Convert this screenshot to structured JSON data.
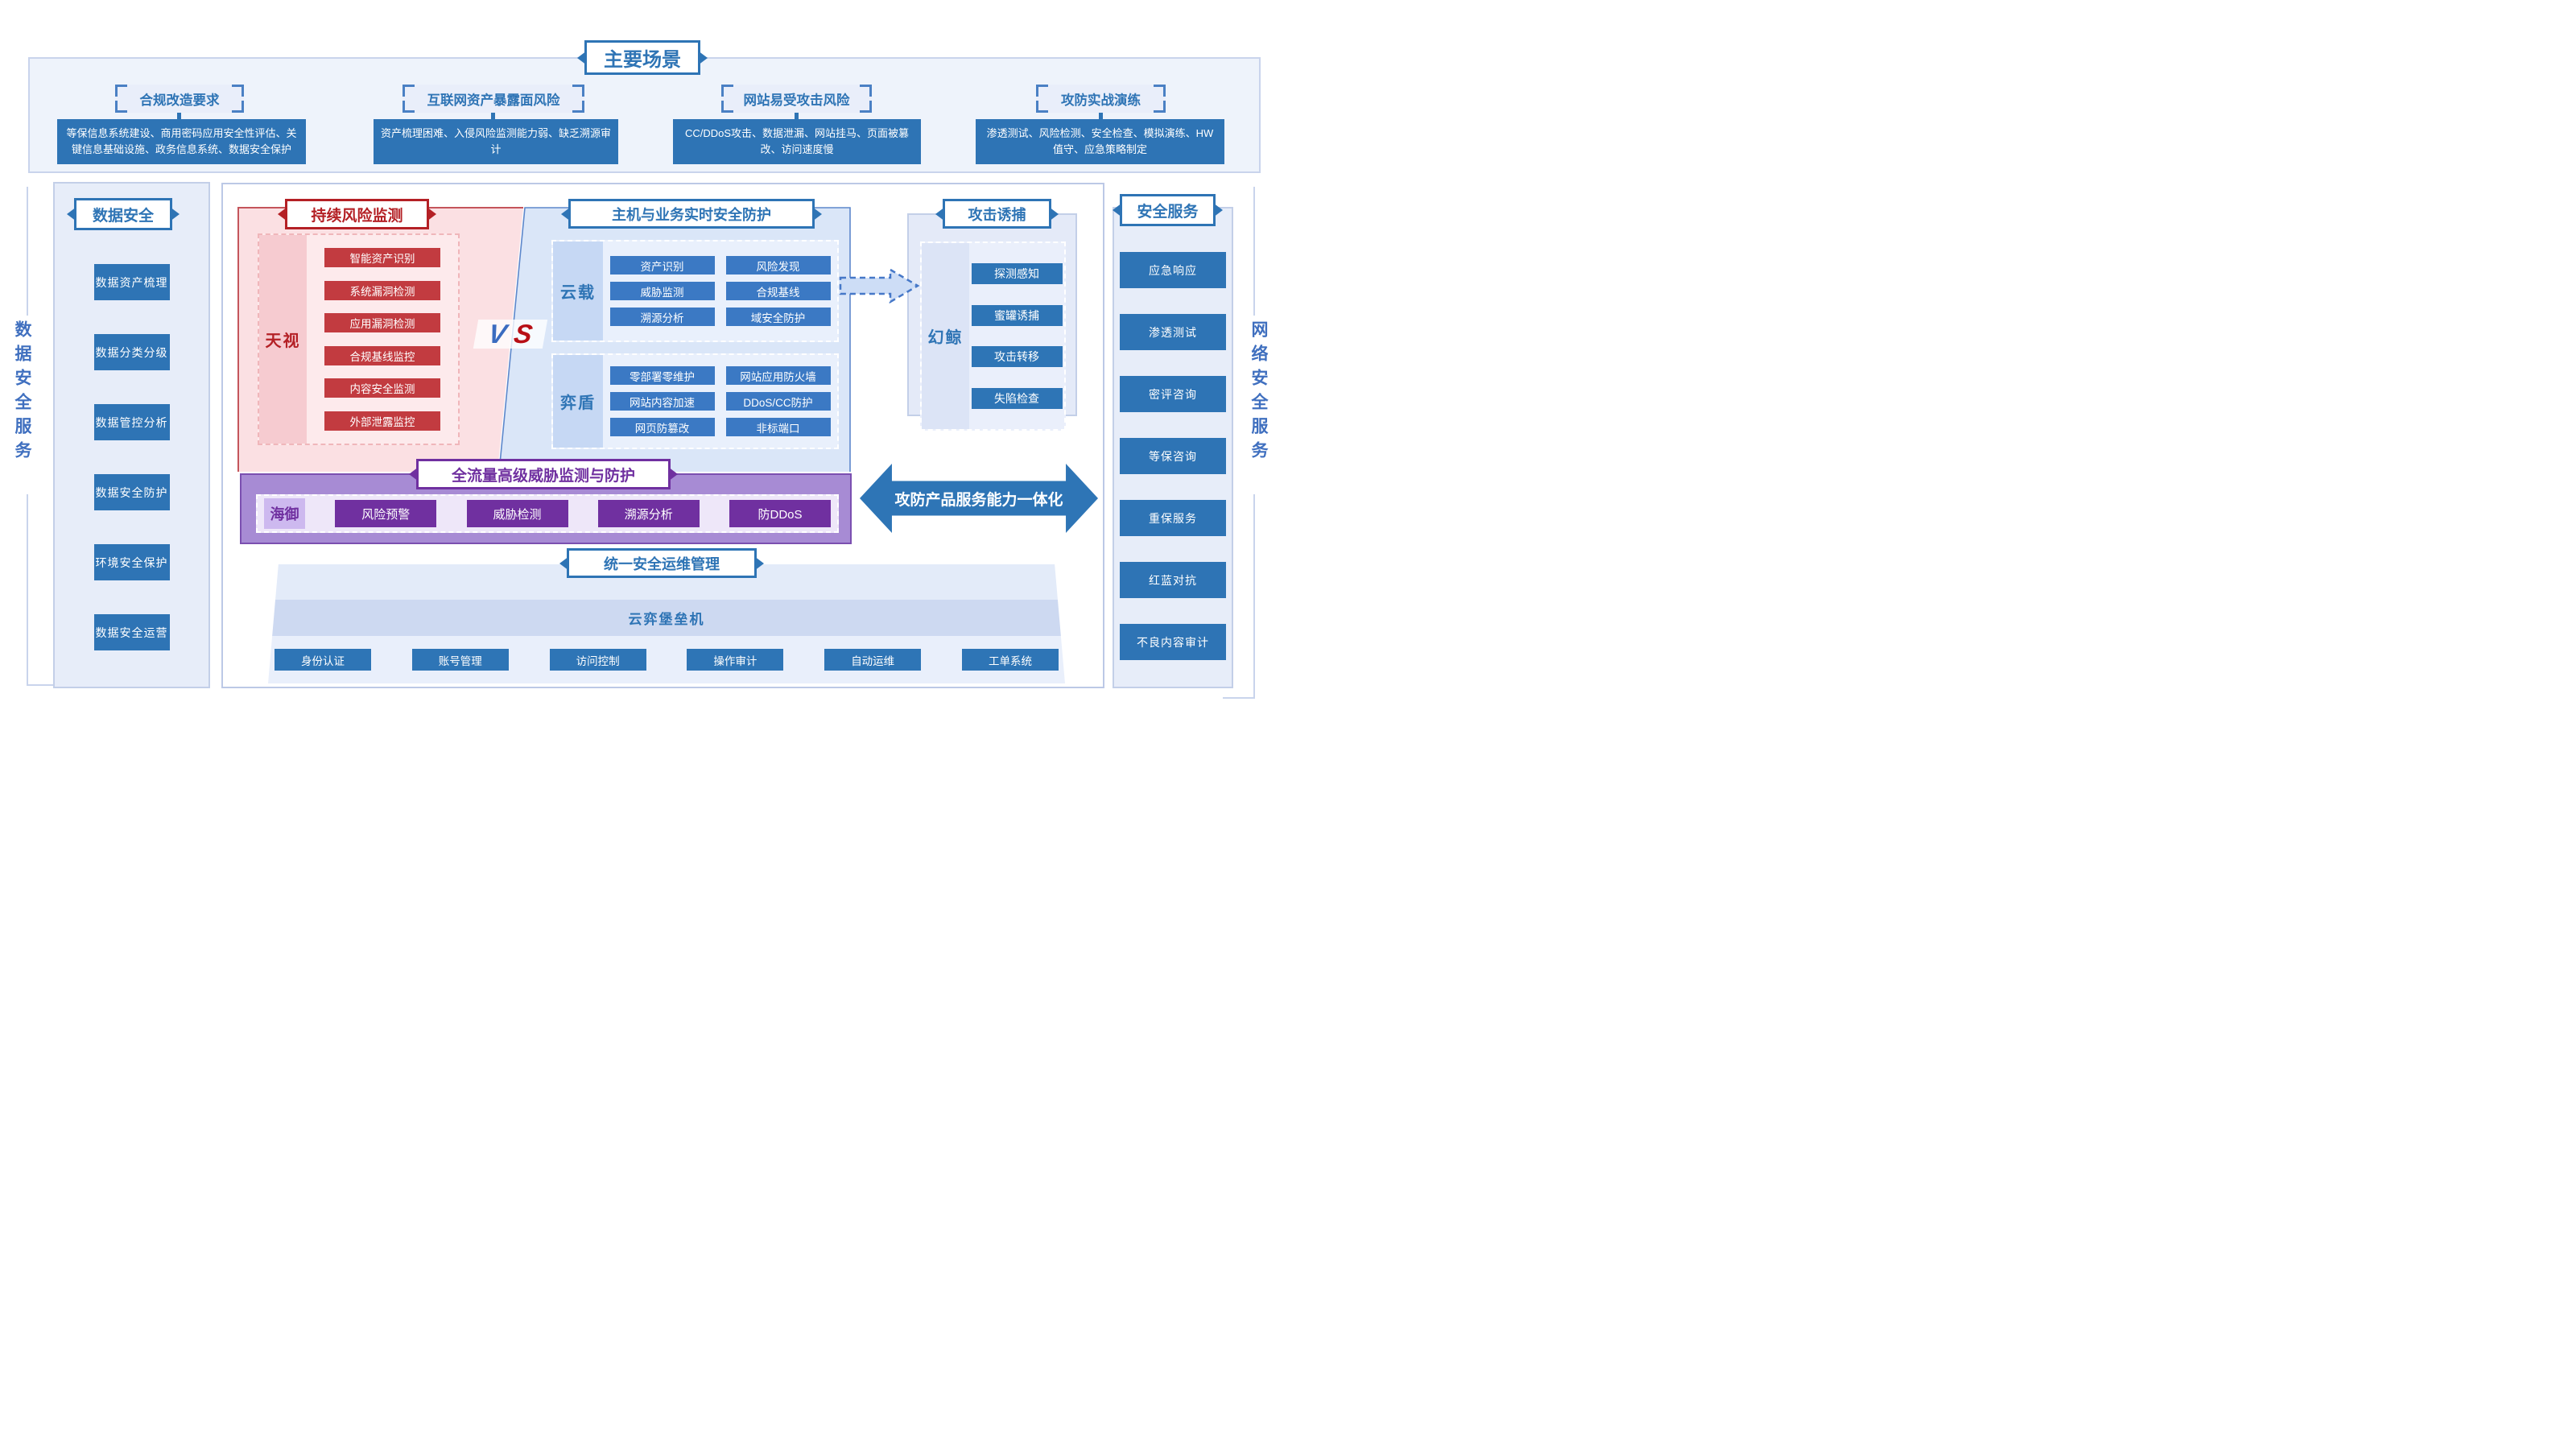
{
  "colors": {
    "primary_blue": "#2e74b5",
    "item_blue": "#3b79c4",
    "panel_light": "#e7edf9",
    "red": "#b42025",
    "red_item": "#c23b40",
    "purple": "#7030a0",
    "purple_band": "#a78bd4"
  },
  "top": {
    "title": "主要场景",
    "scenarios": [
      {
        "title": "合规改造要求",
        "desc": "等保信息系统建设、商用密码应用安全性评估、关键信息基础设施、政务信息系统、数据安全保护"
      },
      {
        "title": "互联网资产暴露面风险",
        "desc": "资产梳理困难、入侵风险监测能力弱、缺乏溯源审计"
      },
      {
        "title": "网站易受攻击风险",
        "desc": "CC/DDoS攻击、数据泄漏、网站挂马、页面被篡改、访问速度慢"
      },
      {
        "title": "攻防实战演练",
        "desc": "渗透测试、风险检测、安全检查、模拟演练、HW值守、应急策略制定"
      }
    ]
  },
  "left_sidebar": {
    "header": "数据安全",
    "rail_label": "数据安全服务",
    "items": [
      "数据资产梳理",
      "数据分类分级",
      "数据管控分析",
      "数据安全防护",
      "环境安全保护",
      "数据安全运营"
    ]
  },
  "right_sidebar": {
    "header": "安全服务",
    "rail_label": "网络安全服务",
    "items": [
      "应急响应",
      "渗透测试",
      "密评咨询",
      "等保咨询",
      "重保服务",
      "红蓝对抗",
      "不良内容审计"
    ]
  },
  "risk_monitoring": {
    "header": "持续风险监测",
    "product": "天视",
    "items": [
      "智能资产识别",
      "系统漏洞检测",
      "应用漏洞检测",
      "合规基线监控",
      "内容安全监测",
      "外部泄露监控"
    ]
  },
  "host_protection": {
    "header": "主机与业务实时安全防护",
    "groups": [
      {
        "product": "云载",
        "items": [
          "资产识别",
          "风险发现",
          "威胁监测",
          "合规基线",
          "溯源分析",
          "域安全防护"
        ]
      },
      {
        "product": "弈盾",
        "items": [
          "零部署零维护",
          "网站应用防火墙",
          "网站内容加速",
          "DDoS/CC防护",
          "网页防篡改",
          "非标端口"
        ]
      }
    ]
  },
  "versus": {
    "left": "V",
    "right": "S"
  },
  "attack_trap": {
    "header": "攻击诱捕",
    "product": "幻鲸",
    "items": [
      "探测感知",
      "蜜罐诱捕",
      "攻击转移",
      "失陷检查"
    ]
  },
  "traffic_protection": {
    "header": "全流量高级威胁监测与防护",
    "product": "海御",
    "items": [
      "风险预警",
      "威胁检测",
      "溯源分析",
      "防DDoS"
    ]
  },
  "integration_arrow": {
    "label": "攻防产品服务能力一体化"
  },
  "ops_management": {
    "header": "统一安全运维管理",
    "platform": "云弈堡垒机",
    "items": [
      "身份认证",
      "账号管理",
      "访问控制",
      "操作审计",
      "自动运维",
      "工单系统"
    ]
  }
}
